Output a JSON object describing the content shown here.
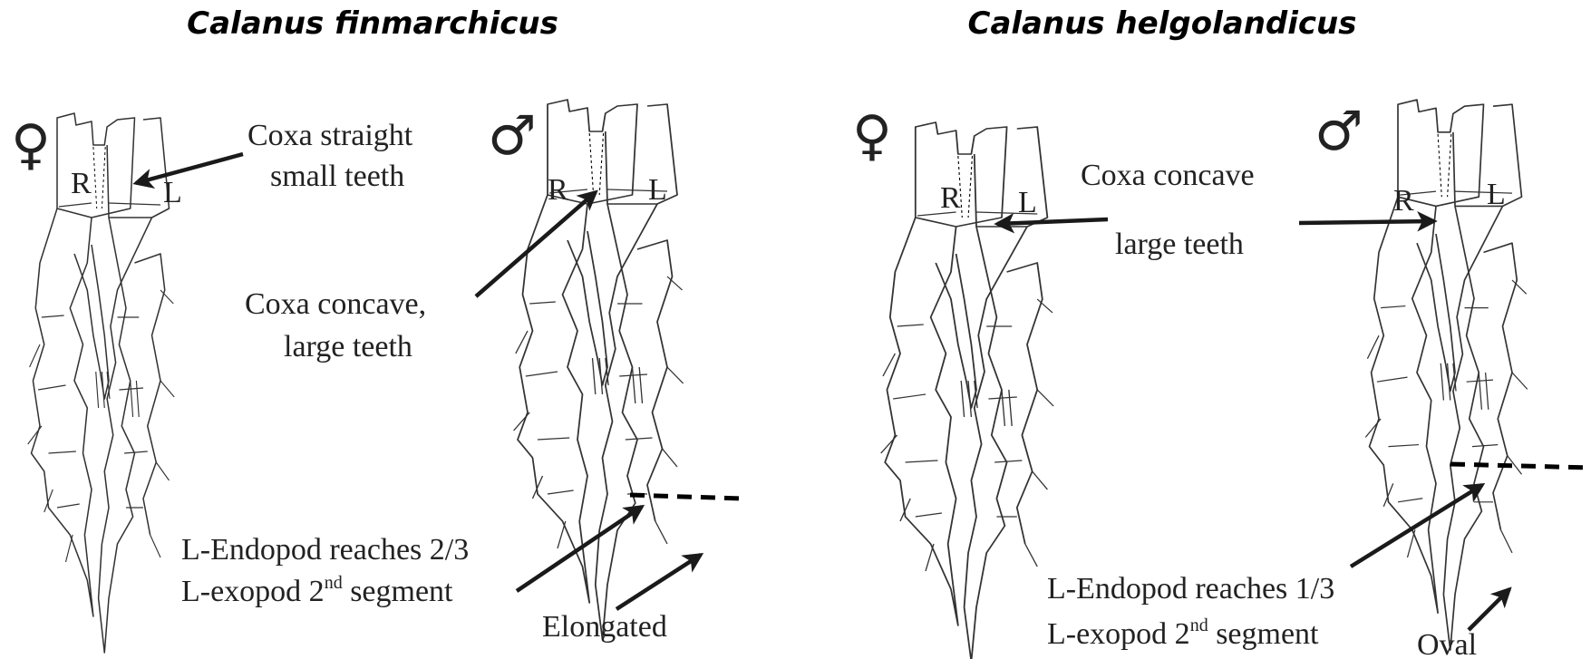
{
  "left_panel": {
    "title": "Calanus finmarchicus",
    "female_symbol": "♀",
    "male_symbol": "♂",
    "female_right": "R",
    "female_left": "L",
    "male_right": "R",
    "male_left": "L",
    "coxa_straight_line1": "Coxa straight",
    "coxa_straight_line2": "small teeth",
    "coxa_concave_line1": "Coxa concave,",
    "coxa_concave_line2": "large teeth",
    "endopod_line1": "L-Endopod reaches 2/3",
    "endopod_line2_prefix": "L-exopod 2",
    "endopod_line2_sup": "nd",
    "endopod_line2_suffix": " segment",
    "shape_label": "Elongated"
  },
  "right_panel": {
    "title": "Calanus helgolandicus",
    "female_symbol": "♀",
    "male_symbol": "♂",
    "female_right": "R",
    "female_left": "L",
    "male_right": "R",
    "male_left": "L",
    "coxa_concave_line1": "Coxa concave",
    "coxa_concave_line2": "large teeth",
    "endopod_line1": "L-Endopod reaches 1/3",
    "endopod_line2_prefix": "L-exopod 2",
    "endopod_line2_sup": "nd",
    "endopod_line2_suffix": " segment",
    "shape_label": "Oval"
  },
  "colors": {
    "ink": "#222222",
    "arrow": "#1a1a1a",
    "background": "#ffffff"
  }
}
